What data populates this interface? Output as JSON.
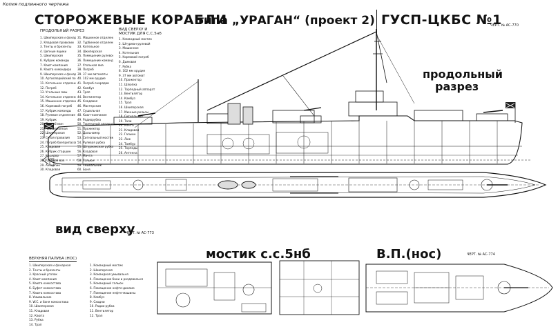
{
  "header": {
    "copy_note": "Копия подлинного чертежа",
    "title_main": "СТОРОЖЕВЫЕ КОРАБЛИ",
    "title_type": "типа „УРАГАН“ (проект 2)",
    "title_org": "ГУСП-ЦКБС №1",
    "drawing_no_top": "ЧЕРТ. № АС-770"
  },
  "section_side": {
    "heading": "ПРОДОЛЬНЫЙ РАЗРЕЗ",
    "big_label_line1": "продольный",
    "big_label_line2": "разрез",
    "legend_col1": [
      "1. Шкиперская и фонарная",
      "2. Кладовая провизии",
      "3. Тенты и брезенты",
      "4. Цепные ящики",
      "5. Шкиперская",
      "6. Кубрик команды",
      "7. Кают-компания",
      "8. Каюта командира",
      "9. Шкиперская и фонарная",
      "10. Артиллерийский погреб",
      "11. Котельное отделение",
      "12. Погреб",
      "13. Угольные ямы",
      "14. Котельное отделение",
      "15. Машинное отделение",
      "16. Кормовой погреб",
      "17. Кубрик команды",
      "18. Рулевое отделение",
      "19. Кубрик",
      "20. Погреб мин",
      "21. Провизионная",
      "22. Шкиперская",
      "23. Сухая провизия",
      "24. Погреб боеприпасов",
      "25. Кладовая",
      "26. Кубрик старшин",
      "27. Коридор",
      "28. Гребной вал",
      "29. Ахтерпик",
      "30. Кладовая"
    ],
    "legend_col2": [
      "31. Машинное отделение",
      "32. Турбинное отделение",
      "33. Котельное",
      "34. Шкиперская",
      "35. Помещение рулевое",
      "36. Помещение командира",
      "37. Угольная яма",
      "38. Погреб",
      "39. 37 мм автоматы",
      "40. 102 мм орудие",
      "41. Погреб снарядов",
      "42. Камбуз",
      "43. Трап",
      "44. Вентилятор",
      "45. Кладовая",
      "46. Мастерская",
      "47. Сушильная",
      "48. Кают-компания",
      "49. Радиорубка",
      "50. Торпедный аппарат",
      "51. Прожектор",
      "52. Дальномер",
      "53. Сигнальный мостик",
      "54. Рулевая рубка",
      "55. Штурманская рубка",
      "56. Кладовая",
      "57. Мачта",
      "58. Гальюн",
      "59. Умывальник",
      "60. Баня"
    ],
    "legend_col3": [
      "1. Командный мостик",
      "2. Штурман-рулевой",
      "3. Машинное",
      "4. Котельная",
      "5. Кормовой погреб",
      "6. Дымовая",
      "7. Рубка",
      "8. 102 мм орудие",
      "9. 37 мм автомат",
      "10. Прожектор",
      "11. Шлюпка",
      "12. Торпедный аппарат",
      "13. Вентилятор",
      "14. Камбуз",
      "15. Трап",
      "16. Шкиперская",
      "17. Минные рельсы",
      "18. Сигнальные",
      "19. Тали",
      "20. Мачта",
      "21. Кладовая",
      "22. Гальюн",
      "23. Люк",
      "24. Тамбур",
      "25. Торпеды",
      "26. Антенна"
    ]
  },
  "section_top": {
    "heading_line1": "ВИД СВЕРХУ И",
    "heading_line2": "МОСТИК ДЛЯ С.С.5нб",
    "big_label": "вид сверху",
    "drawing_no": "ЧЕРТ. № АС-773"
  },
  "section_deck": {
    "heading": "ВЕРХНЯЯ ПАЛУБА (НОС)",
    "legend_col1": [
      "1. Шкиперская и фонарная",
      "2. Тенты и брезенты",
      "3. Красный уголок",
      "4. Кают-компания",
      "5. Каюта комсостава",
      "6. Буфет комсостава",
      "7. Каюта комсостава",
      "8. Умывальник",
      "9. W.C. и баня комсостава",
      "10. Шкиперская",
      "11. Кладовая",
      "12. Каюта",
      "13. Рубка",
      "14. Трап"
    ],
    "legend_col2": [
      "1. Командный мостик",
      "2. Шкиперская",
      "3. Командная умывальня",
      "4. Помещение бани и раздевальня",
      "5. Командный гальюн",
      "6. Помещение нефте-динамо",
      "7. Помещение нефте-машины",
      "8. Камбуз",
      "9. Сходни",
      "10. Радио-рубка",
      "11. Вентилятор",
      "12. Трап"
    ]
  },
  "section_bridge": {
    "big_label": "мостик с.с.5нб"
  },
  "section_bow": {
    "big_label": "В.П.(нос)",
    "drawing_no": "ЧЕРТ. № АС-774"
  },
  "colors": {
    "ink": "#111111",
    "paper": "#ffffff",
    "flag": "#222222"
  }
}
